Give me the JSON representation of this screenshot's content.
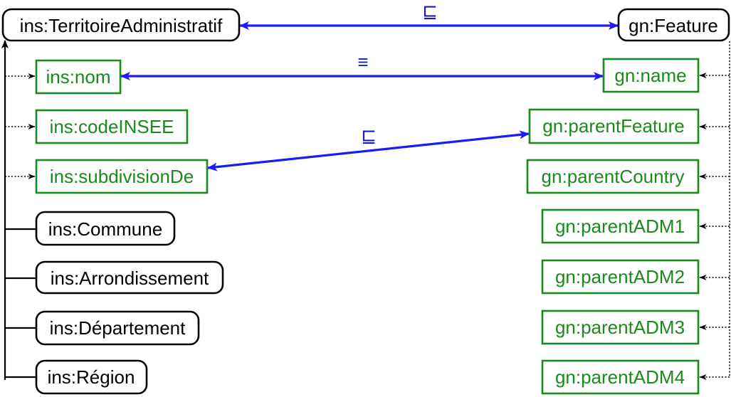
{
  "classes": {
    "territoire": "ins:TerritoireAdministratif",
    "feature": "gn:Feature",
    "commune": "ins:Commune",
    "arrondissement": "ins:Arrondissement",
    "departement": "ins:Département",
    "region": "ins:Région"
  },
  "properties": {
    "nom": "ins:nom",
    "code_insee": "ins:codeINSEE",
    "subdivision_de": "ins:subdivisionDe",
    "name": "gn:name",
    "parent_feature": "gn:parentFeature",
    "parent_country": "gn:parentCountry",
    "parent_adm1": "gn:parentADM1",
    "parent_adm2": "gn:parentADM2",
    "parent_adm3": "gn:parentADM3",
    "parent_adm4": "gn:parentADM4"
  },
  "relations": {
    "class_mapping": "⊑",
    "name_mapping": "≡",
    "parent_mapping": "⊑"
  },
  "colors": {
    "class_border": "#000000",
    "property_border": "#1a8a1a",
    "mapping_line": "#1a1aff",
    "mapping_symbol": "#1a1acc"
  }
}
